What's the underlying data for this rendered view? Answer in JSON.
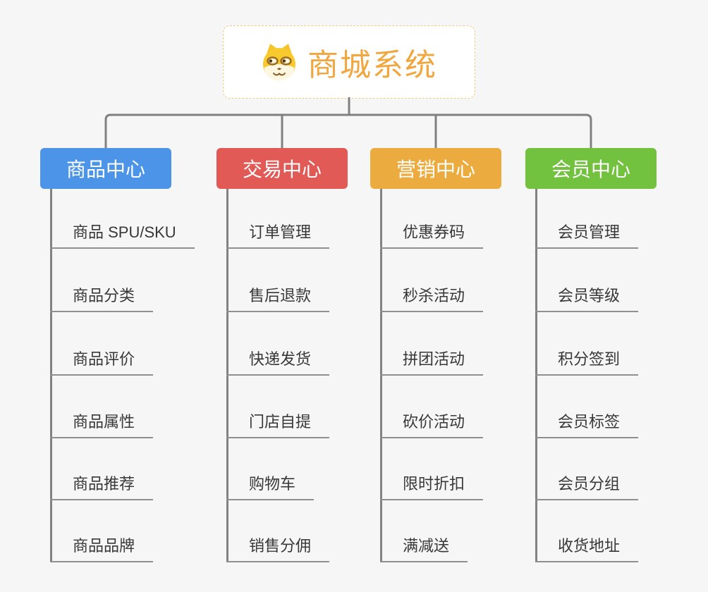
{
  "canvas": {
    "background": "#f5f6f5"
  },
  "root": {
    "title": "商城系统",
    "title_color": "#f0a73f",
    "border_color": "#f6c87e",
    "icon": "shiba-dog-icon"
  },
  "connector": {
    "color": "#808080",
    "underline_color": "#8f8f8f"
  },
  "branches": [
    {
      "label": "商品中心",
      "color": "#4b94e8",
      "children": [
        "商品 SPU/SKU",
        "商品分类",
        "商品评价",
        "商品属性",
        "商品推荐",
        "商品品牌"
      ]
    },
    {
      "label": "交易中心",
      "color": "#e25a56",
      "children": [
        "订单管理",
        "售后退款",
        "快递发货",
        "门店自提",
        "购物车",
        "销售分佣"
      ]
    },
    {
      "label": "营销中心",
      "color": "#ecab3e",
      "children": [
        "优惠券码",
        "秒杀活动",
        "拼团活动",
        "砍价活动",
        "限时折扣",
        "满减送"
      ]
    },
    {
      "label": "会员中心",
      "color": "#72c13f",
      "children": [
        "会员管理",
        "会员等级",
        "积分签到",
        "会员标签",
        "会员分组",
        "收货地址"
      ]
    }
  ]
}
